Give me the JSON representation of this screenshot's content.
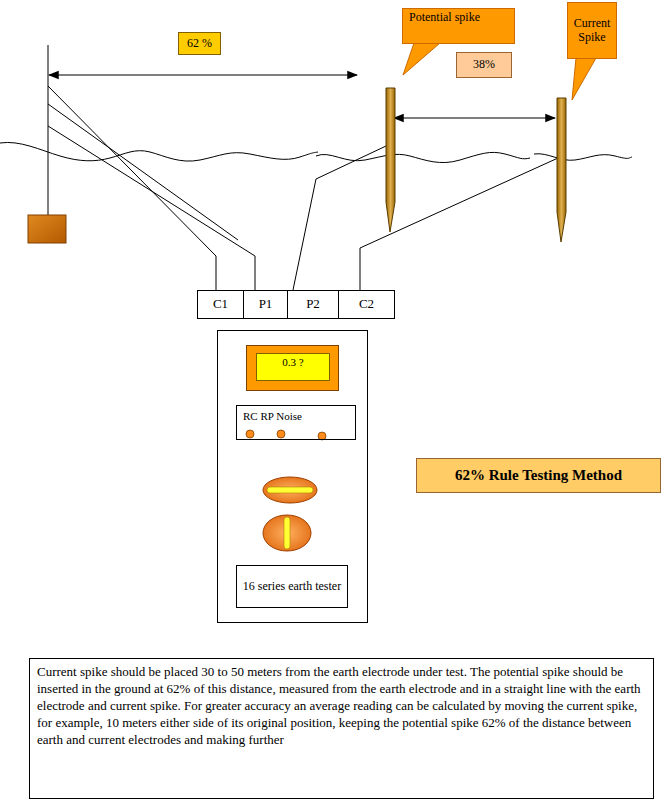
{
  "diagram": {
    "nodes": [
      {
        "text": [
          "62 %"
        ]
      },
      {
        "text": [
          "Potential spike"
        ]
      },
      {
        "text": [
          "38%"
        ]
      },
      {
        "text": [
          "Current Spike"
        ]
      },
      {
        "text": [
          "C1"
        ]
      },
      {
        "text": [
          "P1"
        ]
      },
      {
        "text": [
          "P2"
        ]
      },
      {
        "text": [
          "C2"
        ]
      },
      {
        "text": [
          "0.3 ?"
        ]
      },
      {
        "text": [
          "RC RP Noise"
        ]
      },
      {
        "text": [
          "16 series earth tester"
        ]
      },
      {
        "text": [
          "62% Rule Testing Method"
        ]
      },
      {
        "text": [
          "Current spike should be placed 30 to 50 meters from the earth electrode under test. The potential spike should be inserted in the ground at 62% of this distance, measured from the earth electrode and in a straight line with the earth electrode and current spike. For greater accuracy an average reading can be calculated by moving the current spike, for example, 10 meters either side of its original position, keeping the potential spike 62% of the distance between earth and current electrodes and making further"
        ]
      }
    ]
  }
}
